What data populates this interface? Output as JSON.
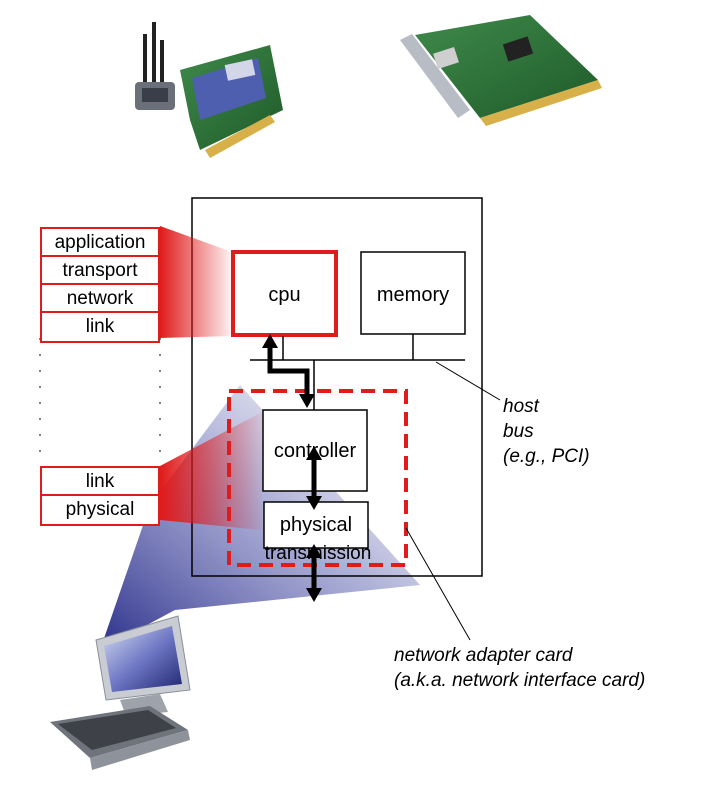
{
  "stack_top": [
    "application",
    "transport",
    "network",
    "link"
  ],
  "stack_bottom": [
    "link",
    "physical"
  ],
  "components": {
    "cpu": "cpu",
    "memory": "memory",
    "controller": "controller",
    "physical": "physical",
    "transmission": "transmission"
  },
  "annotations": {
    "host_bus": [
      "host",
      "bus",
      "(e.g., PCI)"
    ],
    "adapter": [
      "network adapter card",
      "(a.k.a. network interface card)"
    ]
  },
  "colors": {
    "accent": "#e01b1b",
    "beam": "#2b2f8a"
  },
  "icons": [
    "wireless-nic-card-image",
    "ethernet-nic-card-image",
    "desktop-computer-image"
  ]
}
